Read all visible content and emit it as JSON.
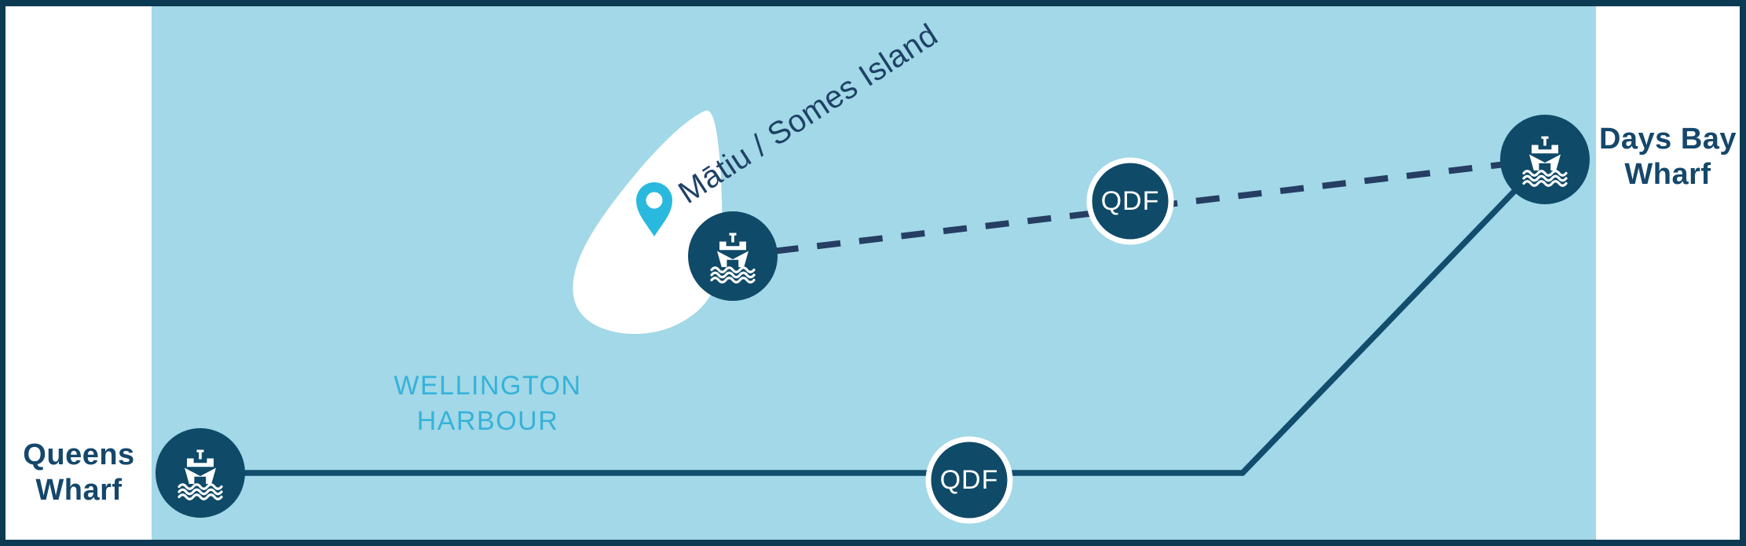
{
  "map": {
    "water_label": "WELLINGTON HARBOUR",
    "island_label": "Mātiu / Somes Island"
  },
  "stops": {
    "queens_wharf": {
      "label": "Queens Wharf"
    },
    "days_bay_wharf": {
      "label": "Days Bay Wharf"
    }
  },
  "route_badges": {
    "island_route": "QDF",
    "harbour_route": "QDF"
  },
  "icons": {
    "ferry": "ferry-icon",
    "pin": "map-pin-icon"
  },
  "colors": {
    "frame": "#0c3a52",
    "water": "#a2d8e7",
    "land": "#ffffff",
    "stop_circle": "#0f4a68",
    "route_solid": "#124d6e",
    "route_dashed": "#263e63",
    "harbour_text": "#36b2da",
    "label_text": "#15476b",
    "island_text": "#1e4166",
    "pin": "#2ab9de",
    "badge_ring": "#ffffff"
  }
}
